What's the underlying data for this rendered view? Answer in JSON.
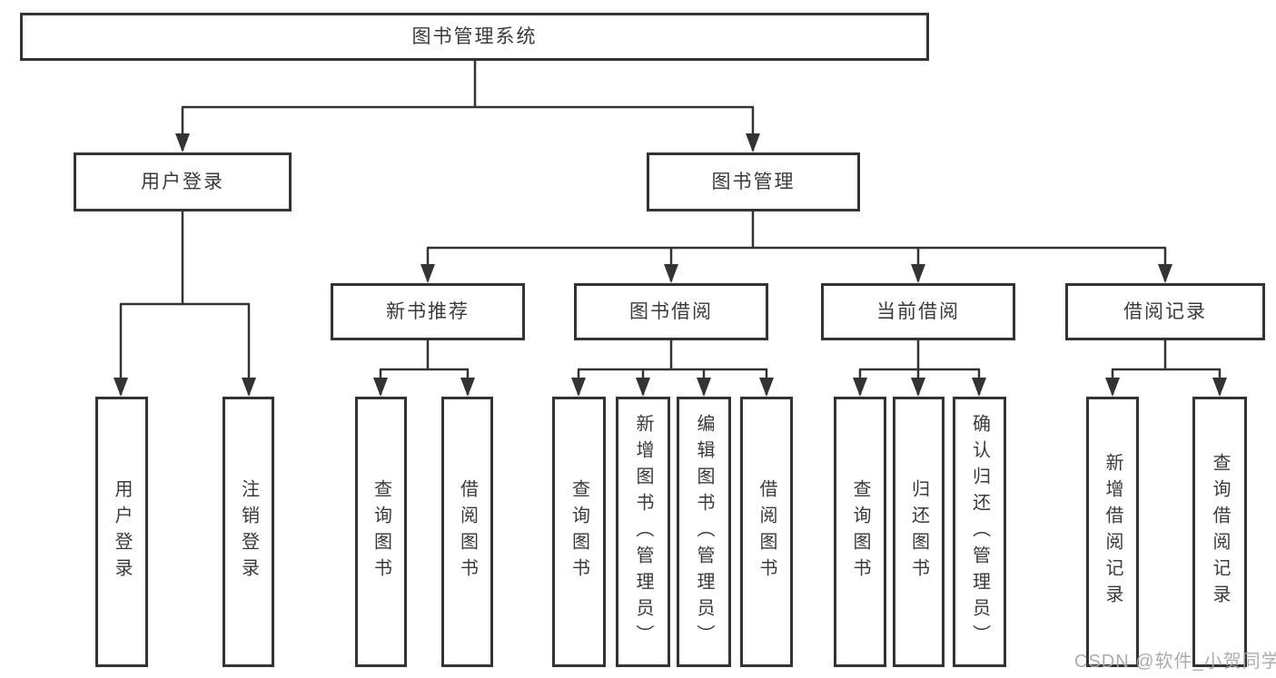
{
  "diagram": {
    "colors": {
      "line": "#333333",
      "box_border": "#333333",
      "text": "#3a3a3a",
      "background": "#ffffff",
      "watermark": "#a8a8a8"
    },
    "watermark": "CSDN @软件_小贺同学",
    "root": {
      "label": "图书管理系统"
    },
    "level2": [
      {
        "label": "用户登录"
      },
      {
        "label": "图书管理"
      }
    ],
    "level3": [
      {
        "label": "新书推荐"
      },
      {
        "label": "图书借阅"
      },
      {
        "label": "当前借阅"
      },
      {
        "label": "借阅记录"
      }
    ],
    "leaves": {
      "user_login": [
        {
          "label": "用户登录"
        },
        {
          "label": "注销登录"
        }
      ],
      "new_book_recommend": [
        {
          "label": "查询图书"
        },
        {
          "label": "借阅图书"
        }
      ],
      "book_borrow": [
        {
          "label": "查询图书"
        },
        {
          "label": "新增图书（管理员）"
        },
        {
          "label": "编辑图书（管理员）"
        },
        {
          "label": "借阅图书"
        }
      ],
      "current_borrow": [
        {
          "label": "查询图书"
        },
        {
          "label": "归还图书"
        },
        {
          "label": "确认归还（管理员）"
        }
      ],
      "borrow_records": [
        {
          "label": "新增借阅记录"
        },
        {
          "label": "查询借阅记录"
        }
      ]
    }
  }
}
